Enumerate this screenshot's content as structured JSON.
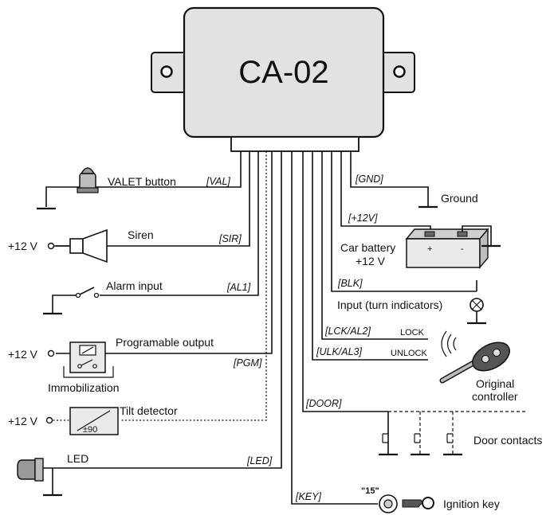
{
  "module": {
    "name": "CA-02"
  },
  "devices": {
    "valet": "VALET button",
    "siren": "Siren",
    "alarm": "Alarm input",
    "pgm": "Programable output",
    "immobilization": "Immobilization",
    "tilt": "Tilt detector",
    "tilt_scale": "±90",
    "led": "LED",
    "ground": "Ground",
    "battery_line1": "Car battery",
    "battery_line2": "+12 V",
    "turn_input": "Input (turn indicators)",
    "lock": "LOCK",
    "unlock": "UNLOCK",
    "controller_line1": "Original",
    "controller_line2": "controller",
    "door_contacts": "Door contacts",
    "ignition_key": "Ignition key",
    "ignition_terminal": "\"15\""
  },
  "supply": {
    "siren": "+12 V",
    "pgm": "+12 V",
    "tilt": "+12 V"
  },
  "wires": {
    "val": "[VAL]",
    "sir": "[SIR]",
    "al1": "[AL1]",
    "pgm": "[PGM]",
    "led": "[LED]",
    "key": "[KEY]",
    "door": "[DOOR]",
    "ulk": "[ULK/AL3]",
    "lck": "[LCK/AL2]",
    "blk": "[BLK]",
    "p12": "[+12V]",
    "gnd": "[GND]"
  },
  "colors": {
    "module_fill": "#e2e2e2",
    "line": "#111111"
  }
}
